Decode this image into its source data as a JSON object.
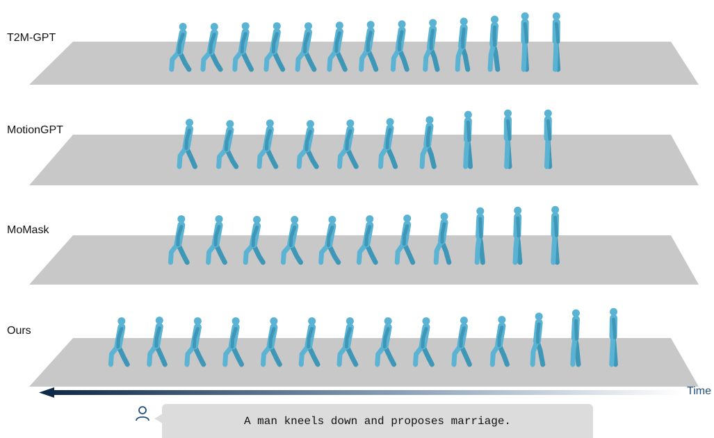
{
  "rows": [
    {
      "label": "T2M-GPT",
      "poses": [
        0.85,
        0.85,
        0.8,
        0.8,
        0.8,
        0.75,
        0.7,
        0.65,
        0.55,
        0.45,
        0.3,
        0.05,
        0.05
      ]
    },
    {
      "label": "MotionGPT",
      "poses": [
        0.75,
        0.85,
        0.8,
        0.85,
        0.8,
        0.7,
        0.55,
        0.15,
        0.05,
        0.05
      ]
    },
    {
      "label": "MoMask",
      "poses": [
        0.8,
        0.8,
        0.85,
        0.85,
        0.85,
        0.8,
        0.75,
        0.6,
        0.2,
        0.15,
        0.1
      ]
    },
    {
      "label": "Ours",
      "poses": [
        0.8,
        0.75,
        0.8,
        0.8,
        0.8,
        0.8,
        0.8,
        0.8,
        0.8,
        0.75,
        0.7,
        0.45,
        0.2,
        0.1
      ]
    }
  ],
  "axis": {
    "label": "Time"
  },
  "prompt": {
    "text": "A man kneels down and proposes marriage."
  },
  "colors": {
    "figure": "#5bb3d3",
    "figure_shade": "#3f97b8",
    "floor": "#c8c8c8",
    "arrow_dark": "#0f2a47",
    "prompt_bg": "#dcdcdc"
  },
  "icons": {
    "user": "user-icon"
  }
}
